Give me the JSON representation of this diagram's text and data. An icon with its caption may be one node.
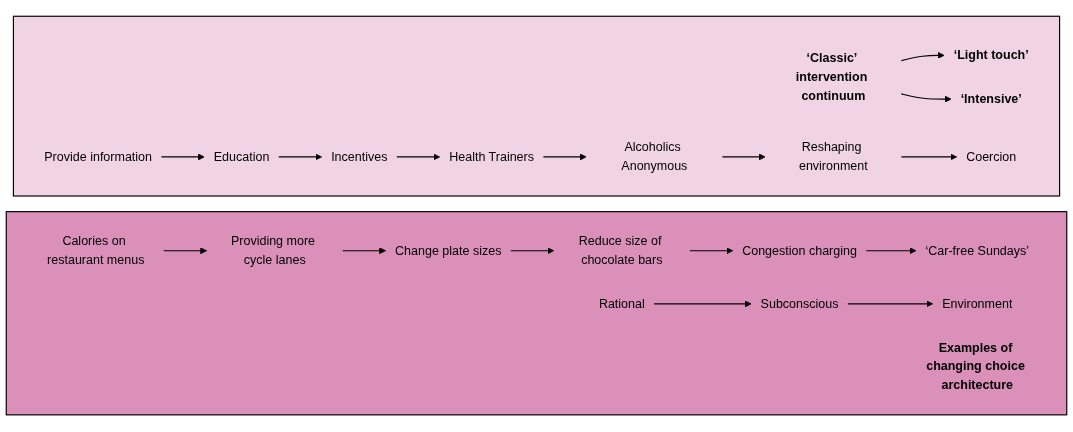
{
  "diagram": {
    "nodes": [
      {
        "text": [],
        "shape": "box"
      },
      {
        "text": [
          "‘Light touch’"
        ],
        "in": 0
      },
      {
        "text": [
          "‘Classic’ intervention continuum"
        ],
        "in": 0
      },
      {
        "text": [
          "‘Intensive’"
        ],
        "in": 0
      },
      {
        "text": [
          "Provide information"
        ],
        "in": 0
      },
      {
        "text": [
          "Education"
        ],
        "in": 0
      },
      {
        "text": [
          "Incentives"
        ],
        "in": 0
      },
      {
        "text": [
          "Health Trainers"
        ],
        "in": 0
      },
      {
        "text": [
          "Alcoholics Anonymous"
        ],
        "in": 0
      },
      {
        "text": [
          "Reshaping environment"
        ],
        "in": 0
      },
      {
        "text": [
          "Coercion"
        ],
        "in": 0
      },
      {
        "text": [],
        "shape": "box"
      },
      {
        "text": [
          "Calories on restaurant menus"
        ],
        "in": 11
      },
      {
        "text": [
          "Providing more cycle lanes"
        ],
        "in": 11
      },
      {
        "text": [
          "Change plate sizes"
        ],
        "in": 11
      },
      {
        "text": [
          "Reduce size of chocolate bars"
        ],
        "in": 11
      },
      {
        "text": [
          "Congestion charging"
        ],
        "in": 11
      },
      {
        "text": [
          "‘Car-free Sundays’"
        ],
        "in": 11
      },
      {
        "text": [
          "Examples of changing choice architecture"
        ],
        "in": 11
      },
      {
        "text": [
          "Rational"
        ],
        "in": 11
      },
      {
        "text": [
          "Subconscious"
        ],
        "in": 11
      },
      {
        "text": [
          "Environment"
        ],
        "in": 11
      }
    ],
    "edges": [
      {
        "from": 2,
        "to": 1,
        "arrow": "to"
      },
      {
        "from": 2,
        "to": 3,
        "arrow": "to"
      },
      {
        "from": 4,
        "to": 5,
        "arrow": "to"
      },
      {
        "from": 5,
        "to": 6,
        "arrow": "to"
      },
      {
        "from": 6,
        "to": 7,
        "arrow": "to"
      },
      {
        "from": 7,
        "to": 8,
        "arrow": "to"
      },
      {
        "from": 8,
        "to": 9,
        "arrow": "to"
      },
      {
        "from": 9,
        "to": 10,
        "arrow": "to"
      },
      {
        "from": 12,
        "to": 13,
        "arrow": "to"
      },
      {
        "from": 13,
        "to": 14,
        "arrow": "to"
      },
      {
        "from": 14,
        "to": 15,
        "arrow": "to"
      },
      {
        "from": 15,
        "to": 16,
        "arrow": "to"
      },
      {
        "from": 16,
        "to": 17,
        "arrow": "to"
      },
      {
        "from": 19,
        "to": 20,
        "arrow": "to"
      },
      {
        "from": 20,
        "to": 21,
        "arrow": "to"
      }
    ]
  }
}
